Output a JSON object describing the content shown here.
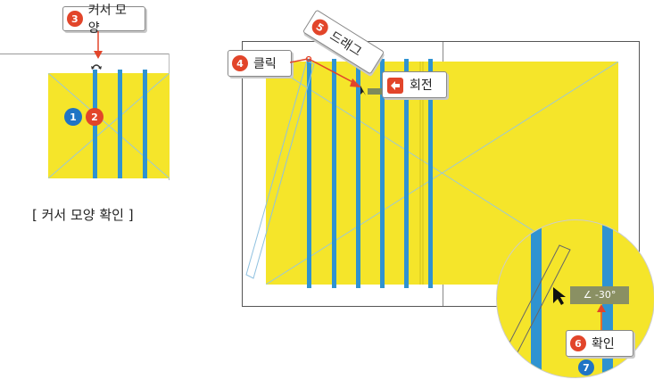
{
  "left_panel": {
    "cursor_callout": {
      "number": "3",
      "label": "커서 모양"
    },
    "badge_one": "1",
    "badge_two": "2",
    "caption": "[ 커서 모양 확인 ]"
  },
  "main_panel": {
    "click_callout": {
      "number": "4",
      "label": "클릭"
    },
    "drag_callout": {
      "number": "5",
      "label": "드래그"
    },
    "rotate_callout": {
      "label": "회전"
    }
  },
  "zoom_panel": {
    "angle_readout": "∠ -30°",
    "confirm_callout": {
      "number": "6",
      "label": "확인"
    },
    "badge_seven": "7"
  },
  "colors": {
    "yellow": "#f5e52a",
    "stripe_blue": "#2f93d1",
    "badge_red": "#e2452a",
    "badge_blue": "#2074c4"
  }
}
